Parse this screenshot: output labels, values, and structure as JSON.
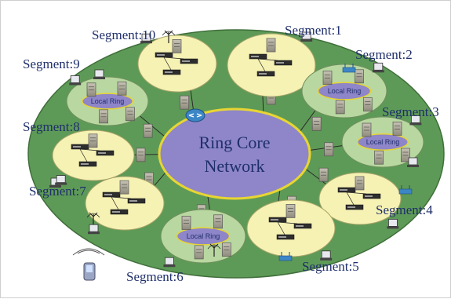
{
  "diagram": {
    "core": {
      "line1": "Ring Core",
      "line2": "Network"
    },
    "local_ring_label": "Local Ring",
    "segments": [
      {
        "label": "Segment:1",
        "type": "star",
        "local_ring": false
      },
      {
        "label": "Segment:2",
        "type": "ring",
        "local_ring": true,
        "access": "wifi"
      },
      {
        "label": "Segment:3",
        "type": "ring",
        "local_ring": true,
        "access": "laptop"
      },
      {
        "label": "Segment:4",
        "type": "star",
        "local_ring": false,
        "access": "wifi"
      },
      {
        "label": "Segment:5",
        "type": "star",
        "local_ring": false,
        "access": "wifi"
      },
      {
        "label": "Segment:6",
        "type": "ring",
        "local_ring": true,
        "access": "antenna"
      },
      {
        "label": "Segment:7",
        "type": "star",
        "local_ring": false,
        "access": "antenna"
      },
      {
        "label": "Segment:8",
        "type": "star",
        "local_ring": false,
        "access": "laptop"
      },
      {
        "label": "Segment:9",
        "type": "ring",
        "local_ring": true,
        "access": "laptop"
      },
      {
        "label": "Segment:10",
        "type": "star",
        "local_ring": false,
        "access": "antenna"
      }
    ],
    "core_router": "router-icon",
    "client_device": "pda-icon",
    "colors": {
      "outer_ring": "#5e9a57",
      "segment_bubble": "#f6f2b4",
      "core": "#8e86c8",
      "core_border": "#e8d533",
      "local_ring": "#8e86c8",
      "label": "#1f2f6b"
    }
  }
}
